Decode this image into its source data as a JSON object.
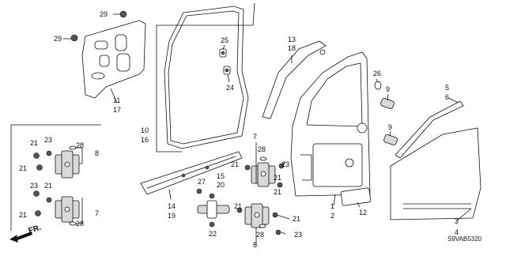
{
  "diagram": {
    "code": "S9VAB5320",
    "front_indicator": "FR.",
    "callouts": [
      {
        "id": "c29a",
        "text": "29"
      },
      {
        "id": "c29b",
        "text": "29"
      },
      {
        "id": "c11",
        "text": "11"
      },
      {
        "id": "c17",
        "text": "17"
      },
      {
        "id": "c25",
        "text": "25"
      },
      {
        "id": "c24",
        "text": "24"
      },
      {
        "id": "c10",
        "text": "10"
      },
      {
        "id": "c16",
        "text": "16"
      },
      {
        "id": "c13",
        "text": "13"
      },
      {
        "id": "c18",
        "text": "18"
      },
      {
        "id": "c26",
        "text": "26"
      },
      {
        "id": "c9a",
        "text": "9"
      },
      {
        "id": "c9b",
        "text": "9"
      },
      {
        "id": "c5",
        "text": "5"
      },
      {
        "id": "c6",
        "text": "6"
      },
      {
        "id": "c7a",
        "text": "7"
      },
      {
        "id": "c28a",
        "text": "28"
      },
      {
        "id": "c23a",
        "text": "23"
      },
      {
        "id": "c21a",
        "text": "21"
      },
      {
        "id": "c21b",
        "text": "21"
      },
      {
        "id": "c21c",
        "text": "21"
      },
      {
        "id": "c15",
        "text": "15"
      },
      {
        "id": "c20",
        "text": "20"
      },
      {
        "id": "c27",
        "text": "27"
      },
      {
        "id": "c22",
        "text": "22"
      },
      {
        "id": "c14",
        "text": "14"
      },
      {
        "id": "c19",
        "text": "19"
      },
      {
        "id": "c21d",
        "text": "21"
      },
      {
        "id": "c28b",
        "text": "28"
      },
      {
        "id": "c8a",
        "text": "8"
      },
      {
        "id": "c21e",
        "text": "21"
      },
      {
        "id": "c23b",
        "text": "23"
      },
      {
        "id": "c1",
        "text": "1"
      },
      {
        "id": "c2",
        "text": "2"
      },
      {
        "id": "c12",
        "text": "12"
      },
      {
        "id": "c3",
        "text": "3"
      },
      {
        "id": "c4",
        "text": "4"
      },
      {
        "id": "i23a",
        "text": "23"
      },
      {
        "id": "i21a",
        "text": "21"
      },
      {
        "id": "i28a",
        "text": "28"
      },
      {
        "id": "i8",
        "text": "8"
      },
      {
        "id": "i21b",
        "text": "21"
      },
      {
        "id": "i23b",
        "text": "23"
      },
      {
        "id": "i21c",
        "text": "21"
      },
      {
        "id": "i21d",
        "text": "21"
      },
      {
        "id": "i7",
        "text": "7"
      },
      {
        "id": "i28b",
        "text": "28"
      }
    ]
  }
}
